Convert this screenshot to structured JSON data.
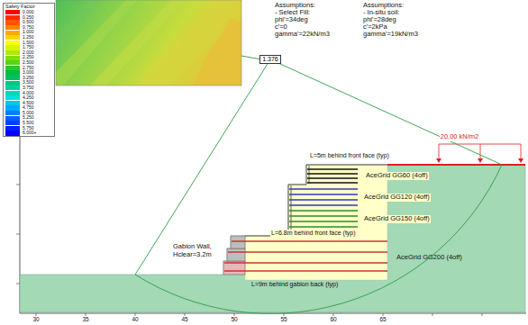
{
  "diagram": {
    "nodes": [
      {
        "text": [
          "1.376"
        ]
      }
    ],
    "labels": [
      "Safety Factor",
      "Assumptions:",
      "- Select Fill:",
      "phi'=34deg",
      "c'=0",
      "gamma'=22kN/m3",
      "Assumptions:",
      "- In-situ soil:",
      "phi'=28deg",
      "c'=2kPa",
      "gamma'=19kN/m3",
      "20.00 kN/m2",
      "L=5m behind front face (typ)",
      "AceGrid GG60 (4off)",
      "AceGrid GG120 (4off)",
      "AceGrid GG150 (4off)",
      "L=6.8m behind front face (typ)",
      "Gabion Wall, Hclear=3.2m",
      "AceGrid GG200 (4off)",
      "L=9m behind gabion back (typ)",
      "30",
      "35",
      "40",
      "45",
      "50",
      "55",
      "60",
      "65"
    ],
    "legend": [
      {
        "text": "0.000",
        "color": "#ff0000"
      },
      {
        "text": "0.250",
        "color": "#ff2b00"
      },
      {
        "text": "0.500",
        "color": "#ff5500"
      },
      {
        "text": "0.750",
        "color": "#ff8000"
      },
      {
        "text": "1.000",
        "color": "#ffaa00"
      },
      {
        "text": "1.250",
        "color": "#ffd500"
      },
      {
        "text": "1.500",
        "color": "#ffff00"
      },
      {
        "text": "1.750",
        "color": "#d5f500"
      },
      {
        "text": "2.000",
        "color": "#aaeb00"
      },
      {
        "text": "2.250",
        "color": "#80e000"
      },
      {
        "text": "2.500",
        "color": "#55d41a"
      },
      {
        "text": "2.750",
        "color": "#2bc82b"
      },
      {
        "text": "3.000",
        "color": "#00bf40"
      },
      {
        "text": "3.250",
        "color": "#00c060"
      },
      {
        "text": "3.500",
        "color": "#00c880"
      },
      {
        "text": "3.750",
        "color": "#00d0a0"
      },
      {
        "text": "4.000",
        "color": "#00d8c0"
      },
      {
        "text": "4.250",
        "color": "#00e0e0"
      },
      {
        "text": "4.500",
        "color": "#00c8f0"
      },
      {
        "text": "4.750",
        "color": "#00aaff"
      },
      {
        "text": "5.000",
        "color": "#0080ff"
      },
      {
        "text": "5.250",
        "color": "#0060ff"
      },
      {
        "text": "5.500",
        "color": "#0040ff"
      },
      {
        "text": "5.750",
        "color": "#0020ff"
      },
      {
        "text": "6.000+",
        "color": "#0000ff"
      }
    ]
  }
}
